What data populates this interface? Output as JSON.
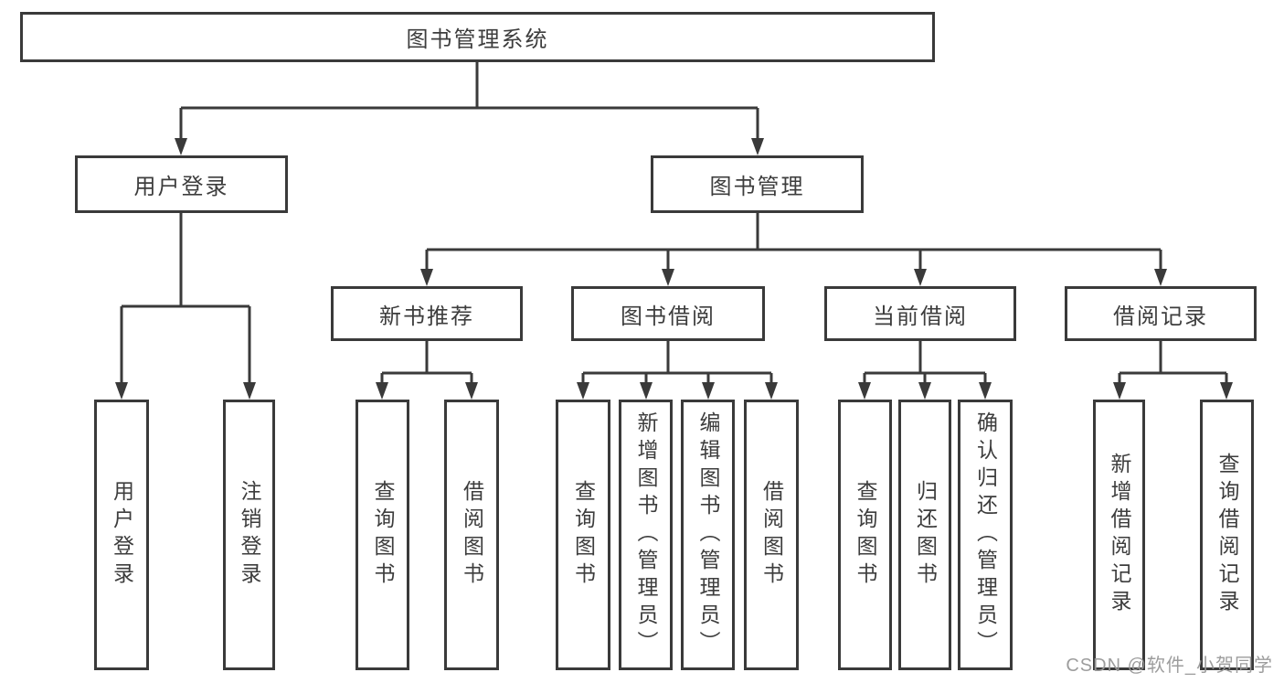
{
  "tree": {
    "root": {
      "label": "图书管理系统",
      "children": [
        {
          "label": "用户登录",
          "children": [
            {
              "label": "用户登录"
            },
            {
              "label": "注销登录"
            }
          ]
        },
        {
          "label": "图书管理",
          "children": [
            {
              "label": "新书推荐",
              "children": [
                {
                  "label": "查询图书"
                },
                {
                  "label": "借阅图书"
                }
              ]
            },
            {
              "label": "图书借阅",
              "children": [
                {
                  "label": "查询图书"
                },
                {
                  "label": "新增图书（管理员）"
                },
                {
                  "label": "编辑图书（管理员）"
                },
                {
                  "label": "借阅图书"
                }
              ]
            },
            {
              "label": "当前借阅",
              "children": [
                {
                  "label": "查询图书"
                },
                {
                  "label": "归还图书"
                },
                {
                  "label": "确认归还（管理员）"
                }
              ]
            },
            {
              "label": "借阅记录",
              "children": [
                {
                  "label": "新增借阅记录"
                },
                {
                  "label": "查询借阅记录"
                }
              ]
            }
          ]
        }
      ]
    }
  },
  "watermark": {
    "text": "CSDN @软件_小贺同学"
  },
  "colors": {
    "line": "#3a3a3a",
    "text": "#3d3d3d",
    "background": "#ffffff",
    "watermark": "#989898"
  }
}
